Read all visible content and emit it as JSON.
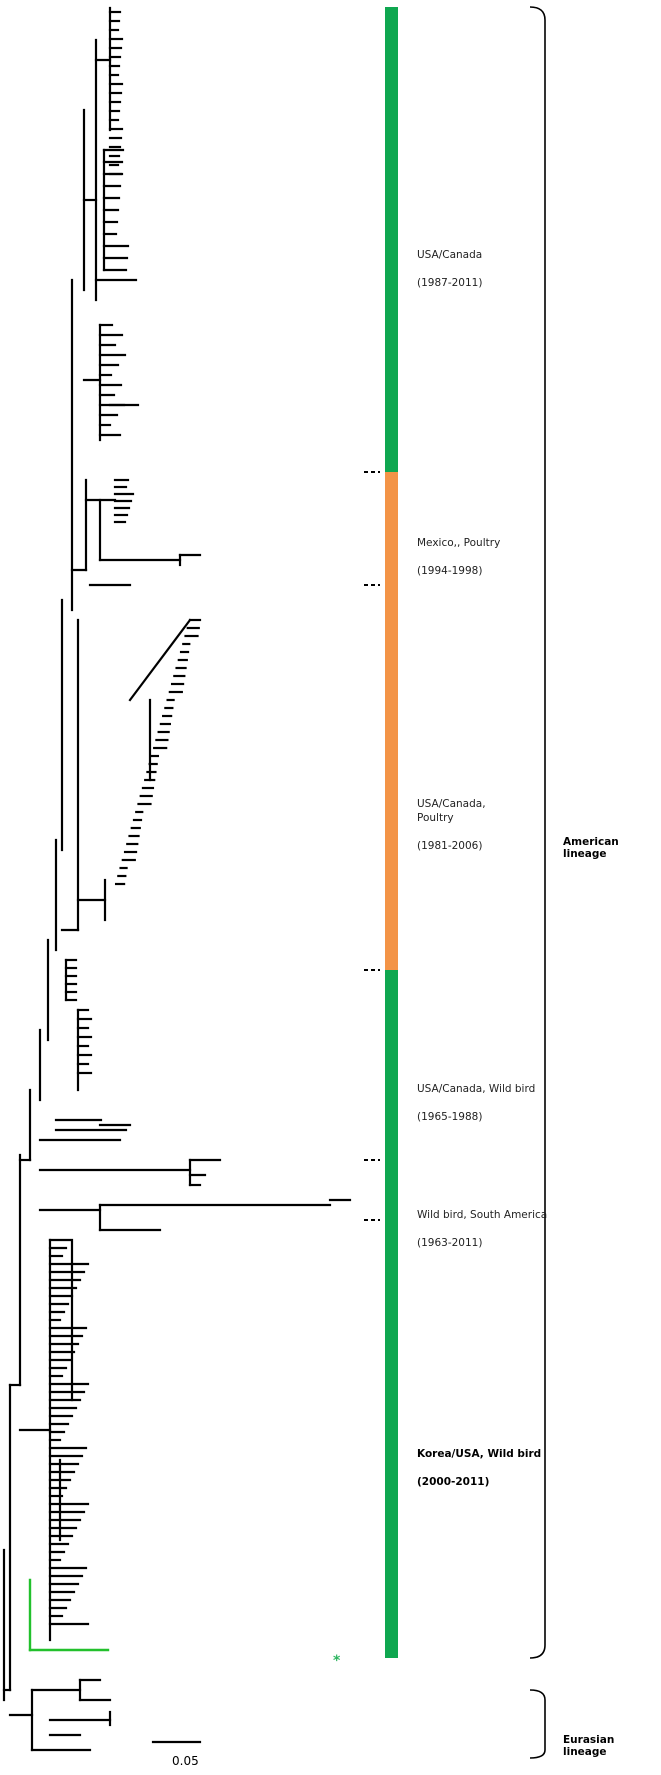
{
  "colors": {
    "green": "#0fa750",
    "orange": "#f39447",
    "branch": "#000000",
    "highlight_branch": "#22c02c",
    "marker": "#2db560"
  },
  "clades": [
    {
      "line1": "USA/Canada",
      "line2": "(1987-2011)",
      "bold": false
    },
    {
      "line1": "Mexico,, Poultry",
      "line2": "(1994-1998)",
      "bold": false
    },
    {
      "line1": "USA/Canada,\nPoultry",
      "line2": "(1981-2006)",
      "bold": false
    },
    {
      "line1": "USA/Canada, Wild bird",
      "line2": "(1965-1988)",
      "bold": false
    },
    {
      "line1": "Wild bird, South America",
      "line2": "(1963-2011)",
      "bold": false
    },
    {
      "line1": "Korea/USA, Wild bird",
      "line2": "(2000-2011)",
      "bold": true
    }
  ],
  "lineages": {
    "american": "American lineage",
    "eurasian": "Eurasian lineage"
  },
  "scale_bar": {
    "label": "0.05"
  },
  "marker": {
    "symbol": "*"
  }
}
